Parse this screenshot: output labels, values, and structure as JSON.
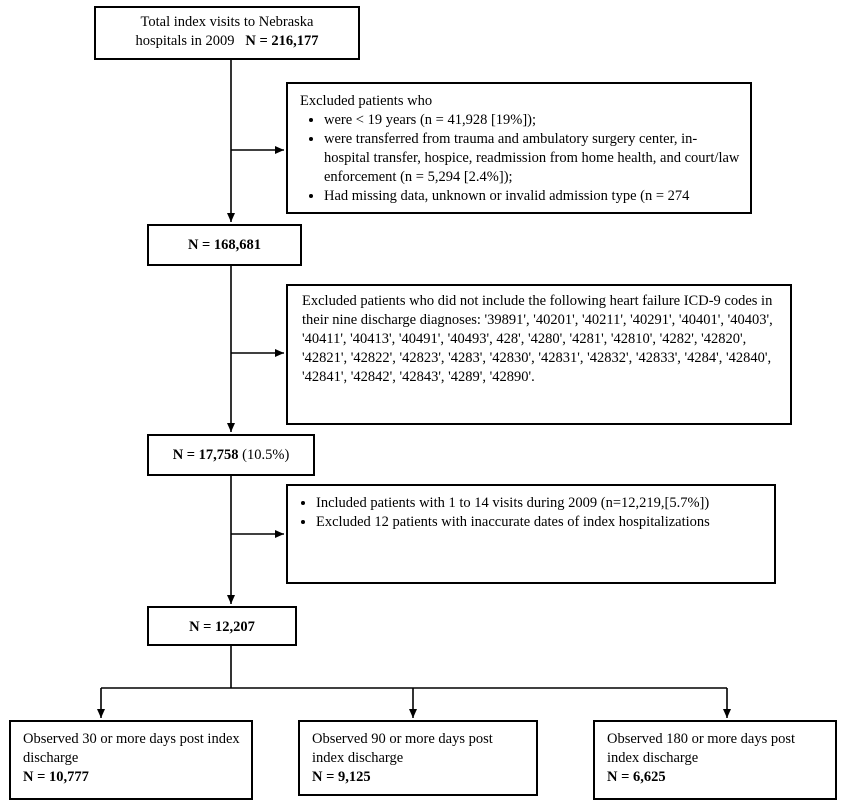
{
  "top": {
    "line1": "Total index visits to Nebraska",
    "line2": "hospitals in 2009",
    "n_label": "N = 216,177"
  },
  "excl1": {
    "title": "Excluded patients who",
    "bullets": [
      "were < 19 years (n = 41,928 [19%]);",
      "were transferred from trauma and ambulatory surgery center, in-hospital transfer, hospice, readmission from home health, and court/law enforcement (n = 5,294 [2.4%]);",
      "Had missing data, unknown or invalid admission type (n = 274"
    ]
  },
  "n2": {
    "label": "N = 168,681"
  },
  "excl2": {
    "text": "Excluded patients who did not include the following heart failure ICD-9 codes in their nine discharge diagnoses: '39891', '40201', '40211', '40291', '40401', '40403', '40411', '40413', '40491', '40493', 428',   '4280', '4281', '42810', '4282', '42820', '42821', '42822', '42823', '4283', '42830', '42831', '42832', '42833', '4284', '42840', '42841', '42842', '42843', '4289', '42890'."
  },
  "n3": {
    "label": "N = 17,758",
    "pct": "(10.5%)"
  },
  "excl3": {
    "bullets": [
      "Included patients with 1 to 14 visits during 2009 (n=12,219,[5.7%])",
      "Excluded 12 patients with inaccurate dates of index hospitalizations"
    ]
  },
  "n4": {
    "label": "N = 12,207"
  },
  "outcomes": [
    {
      "text": "Observed 30 or more days post index discharge",
      "n_label": "N = 10,777"
    },
    {
      "text": "Observed 90 or more days post index discharge",
      "n_label": "N = 9,125"
    },
    {
      "text": "Observed 180 or more days post index discharge",
      "n_label": "N = 6,625"
    }
  ]
}
